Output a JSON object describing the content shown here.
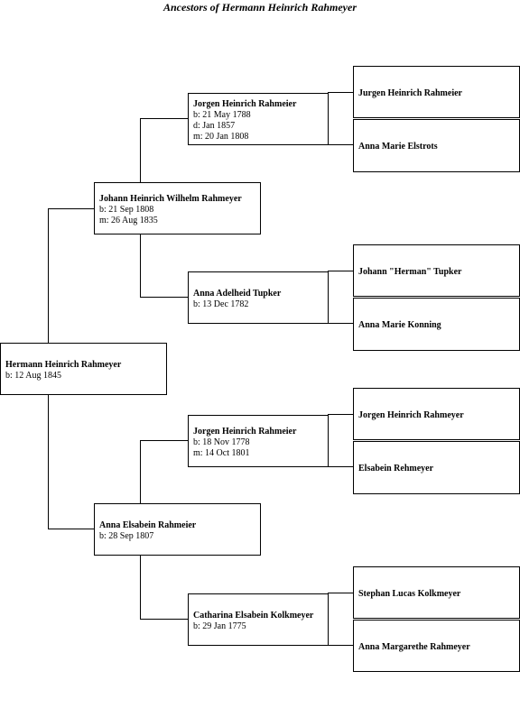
{
  "title": "Ancestors of Hermann Heinrich Rahmeyer",
  "root": {
    "name": "Hermann Heinrich Rahmeyer",
    "details": [
      "b: 12 Aug 1845"
    ]
  },
  "father": {
    "name": "Johann Heinrich Wilhelm Rahmeyer",
    "details": [
      "b: 21 Sep 1808",
      "m: 26 Aug 1835"
    ]
  },
  "mother": {
    "name": "Anna Elsabein Rahmeier",
    "details": [
      "b: 28 Sep 1807"
    ]
  },
  "paternal_grandfather": {
    "name": "Jorgen Heinrich Rahmeier",
    "details": [
      "b: 21 May 1788",
      "d: Jan 1857",
      "m: 20 Jan 1808"
    ]
  },
  "paternal_grandmother": {
    "name": "Anna Adelheid Tupker",
    "details": [
      "b: 13 Dec 1782"
    ]
  },
  "maternal_grandfather": {
    "name": "Jorgen Heinrich Rahmeier",
    "details": [
      "b: 18 Nov 1778",
      "m: 14 Oct 1801"
    ]
  },
  "maternal_grandmother": {
    "name": "Catharina Elsabein Kolkmeyer",
    "details": [
      "b: 29 Jan 1775"
    ]
  },
  "great_grandparents": [
    "Jurgen Heinrich Rahmeier",
    "Anna Marie Elstrots",
    "Johann \"Herman\" Tupker",
    "Anna Marie Konning",
    "Jorgen Heinrich Rahmeyer",
    "Elsabein Rehmeyer",
    "Stephan Lucas Kolkmeyer",
    "Anna Margarethe Rahmeyer"
  ]
}
